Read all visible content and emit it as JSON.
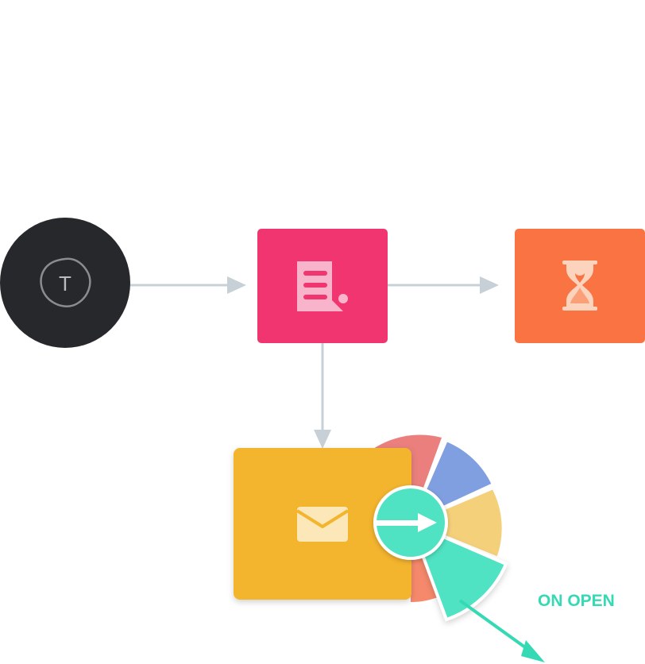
{
  "trigger": {
    "badge_letter": "T",
    "color": "#27282b",
    "icon": "trigger-badge-icon"
  },
  "steps": [
    {
      "id": "report",
      "icon": "document-list-icon",
      "color": "#f03570"
    },
    {
      "id": "wait",
      "icon": "hourglass-icon",
      "color": "#f97442"
    },
    {
      "id": "email",
      "icon": "envelope-icon",
      "color": "#f3b42e"
    }
  ],
  "radial_menu": {
    "icon": "arrow-right-icon",
    "segments": [
      {
        "name": "red",
        "color": "#ea7f7d"
      },
      {
        "name": "blue",
        "color": "#7f9fe0"
      },
      {
        "name": "yellow",
        "color": "#f4d07a"
      },
      {
        "name": "green",
        "color": "#4fe3c3"
      },
      {
        "name": "orange",
        "color": "#f6896c"
      }
    ],
    "hub_color": "#4fe3c3"
  },
  "connector_color": "#c7d0d6",
  "branch": {
    "label": "ON OPEN",
    "color": "#35d9b4"
  }
}
